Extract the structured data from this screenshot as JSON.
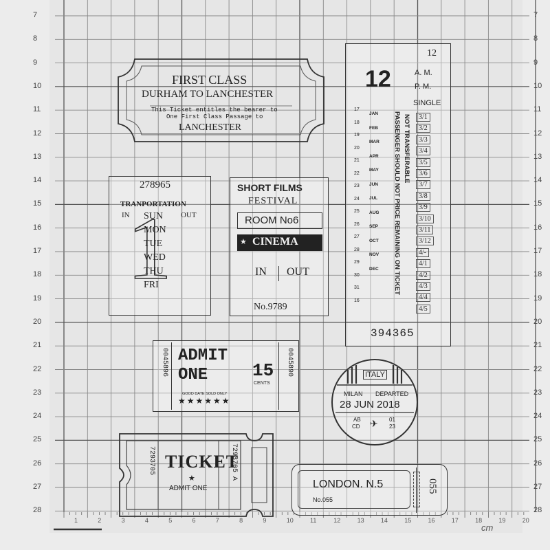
{
  "ruler": {
    "left_numbers": [
      "7",
      "8",
      "9",
      "10",
      "11",
      "12",
      "13",
      "14",
      "15",
      "16",
      "17",
      "18",
      "19",
      "20",
      "21",
      "22",
      "23",
      "24",
      "25",
      "26",
      "27",
      "28"
    ],
    "right_numbers": [
      "7",
      "8",
      "9",
      "10",
      "11",
      "12",
      "13",
      "14",
      "15",
      "16",
      "17",
      "18",
      "19",
      "20",
      "21",
      "22",
      "23",
      "24",
      "25",
      "26",
      "27",
      "28"
    ],
    "bottom_numbers": [
      "1",
      "2",
      "3",
      "4",
      "5",
      "6",
      "7",
      "8",
      "9",
      "10",
      "11",
      "12",
      "13",
      "14",
      "15",
      "16",
      "17",
      "18",
      "19",
      "20"
    ],
    "unit": "cm"
  },
  "first_class": {
    "title": "FIRST CLASS",
    "route": "DURHAM TO LANCHESTER",
    "line1": "This Ticket entitles the bearer to",
    "line2": "One First Class Passage to",
    "destination": "LANCHESTER"
  },
  "transportation": {
    "number": "278965",
    "heading": "TRANPORTATION",
    "in_label": "IN",
    "out_label": "OUT",
    "big_digit": "1",
    "days": [
      "SUN",
      "MON",
      "TUE",
      "WED",
      "THU",
      "FRI"
    ]
  },
  "short_films": {
    "title": "SHORT FILMS",
    "subtitle": "FESTIVAL",
    "room": "ROOM No6",
    "cinema": "CINEMA",
    "in_label": "IN",
    "out_label": "OUT",
    "number": "No.9789"
  },
  "calendar": {
    "top_num": "12",
    "big_num": "12",
    "am": "A. M.",
    "pm": "P. M.",
    "single": "SINGLE",
    "months": [
      "JAN",
      "FEB",
      "MAR",
      "APR",
      "MAY",
      "JUN",
      "JUL",
      "AUG",
      "SEP",
      "OCT",
      "NOV",
      "DEC"
    ],
    "days": [
      "17",
      "18",
      "19",
      "20",
      "21",
      "22",
      "23",
      "24",
      "25",
      "26",
      "27",
      "28",
      "29",
      "30",
      "31",
      "16"
    ],
    "fractions": [
      "3/1",
      "3/2",
      "3/3",
      "3/4",
      "3/5",
      "3/6",
      "3/7",
      "3/8",
      "3/9",
      "3/10",
      "3/11",
      "3/12",
      "4/-",
      "4/1",
      "4/2",
      "4/3",
      "4/4",
      "4/5"
    ],
    "notice_1": "PASSENGER SHOULD NOT PRICE REMAINING ON TICKET",
    "notice_2": "NOT TRANSFERABLE",
    "serial": "394365"
  },
  "admit_one": {
    "line1": "ADMIT",
    "line2": "ONE",
    "price": "15",
    "cents": "CENTS",
    "fine": "GOOD DATE SOLD ONLY",
    "serial_left": "0045896",
    "serial_right": "0045890"
  },
  "italy": {
    "country": "ITALY",
    "city": "MILAN",
    "status": "DEPARTED",
    "date": "28 JUN 2018",
    "code_left_1": "AB",
    "code_left_2": "CD",
    "code_right_1": "01",
    "code_right_2": "23"
  },
  "ticket": {
    "word": "TICKET",
    "admit": "ADMIT ONE",
    "serial_left": "7293705",
    "serial_right": "7293705 A"
  },
  "london": {
    "title": "LONDON. N.5",
    "sub": "No.055",
    "side": "055"
  },
  "watermark": {
    "cm": "cm"
  }
}
